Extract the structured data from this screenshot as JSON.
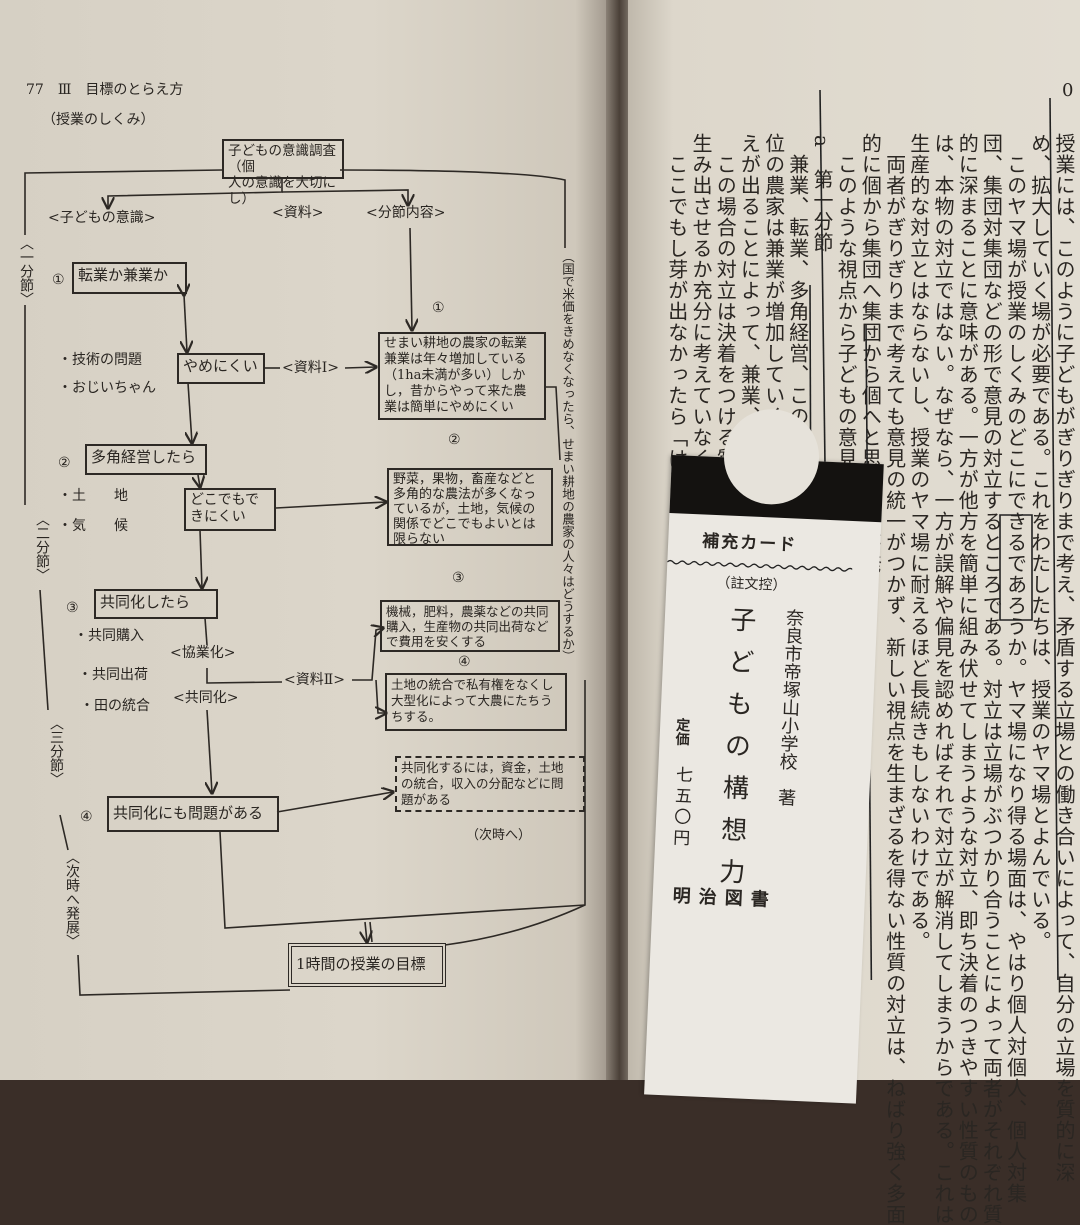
{
  "left_page": {
    "running_head": "77　Ⅲ　目標のとらえ方",
    "caption": "（授業のしくみ）",
    "diagram": {
      "top_box": [
        "子どもの意識調査（個",
        "人の意識を大切にし）"
      ],
      "col_labels": {
        "child": "<子どもの意識>",
        "material": "<資料>",
        "content": "<分節内容>"
      },
      "segments": [
        "〈一分節〉",
        "〈二分節〉",
        "〈三分節〉",
        "〈次時へ発展〉"
      ],
      "side_note": "（国で米価をきめなくなったら、せまい耕地の農家の人々はどうするか）",
      "steps": [
        {
          "num": "①",
          "label": "転業か兼業か"
        },
        {
          "num": "②",
          "label": "多角経営したら"
        },
        {
          "num": "③",
          "label": "共同化したら"
        },
        {
          "num": "④",
          "label": "共同化にも問題がある"
        }
      ],
      "bullets1": [
        "・技術の問題",
        "・おじいちゃん"
      ],
      "bullets2": [
        "・土　　地",
        "・気　　候"
      ],
      "bullets3": [
        "・共同購入",
        "・共同出荷",
        "・田の統合"
      ],
      "mid1": "やめにくい",
      "mid2": [
        "どこでもで",
        "きにくい"
      ],
      "kyogyo": "<協業化>",
      "kyodo": "<共同化>",
      "material1": "<資料Ⅰ>",
      "material2": "<資料Ⅱ>",
      "content_nums": [
        "①",
        "②",
        "③",
        "④"
      ],
      "content1": [
        "せまい耕地の農家の転業",
        "兼業は年々増加している",
        "（1ha未満が多い）しか",
        "し，昔からやって来た農",
        "業は簡単にやめにくい"
      ],
      "content2": [
        "野菜，果物，畜産などと",
        "多角的な農法が多くなっ",
        "ているが，土地，気候の",
        "関係でどこでもよいとは",
        "限らない"
      ],
      "content3": [
        "機械，肥料，農薬などの共同",
        "購入，生産物の共同出荷など",
        "で費用を安くする"
      ],
      "content4": [
        "土地の統合で私有権をなくし",
        "大型化によって大農にたちう",
        "ちする。"
      ],
      "problem": [
        "共同化するには，資金，土地",
        "の統合，収入の分配などに問",
        "題がある"
      ],
      "next": "（次時へ）",
      "goal": "1時間の授業の目標"
    }
  },
  "right_page": {
    "columns": [
      "授業には、このように子どもがぎりぎりまで考え、矛盾する立場との働き合いによって、自分の立場を質的に深",
      "め、拡大していく場が必要である。これをわたしたちは、授業のヤマ場とよんでいる。",
      "　このヤマ場が授業のしくみのどこにできるであろうか。ヤマ場になり得る場面は、やはり個人対個人、個人対集",
      "団、集団対集団などの形で意見の対立するところである。対立は立場がぶつかり合うことによって両者がそれぞれ質",
      "的に深まることに意味がある。一方が他方を簡単に組み伏せてしまうような対立、即ち決着のつきやすい性質のもの",
      "は、本物の対立ではない。なぜなら、一方が誤解や偏見を認めればそれで対立が解消してしまうからである。これは",
      "生産的な対立とはならないし、授業のヤマ場に耐えるほど長続きもしないわけである。",
      "　両者がぎりぎりまで考えても意見の統一がつかず、新しい視点を生まざるを得ない性質の対立は、ねばり強く多面",
      "的に個から集団へ集団から個へと思考の芽が発",
      "　このような視点から子どもの意見の対立しそ",
      "a　第一分節",
      "　兼業、転業、多角経営、この三者の内容が",
      "位の農家は兼業が増加していく。その論は",
      "えが出ることによって、兼業、転業論の子ども",
      "　この場合の対立は決着をつける質のものでな",
      "生み出させるか充分に考えていなくてはいけない。",
      "　ここでもし芽が出なかったら「はいまわり」の考"
    ],
    "margin_mark": "0"
  },
  "card": {
    "title": "補充カード",
    "note": "（註文控）",
    "book_title": "子どもの構想力",
    "author": "奈良市帝塚山小学校　著",
    "price_label": "定価",
    "price": "七五〇円",
    "publisher": "明治図書"
  }
}
